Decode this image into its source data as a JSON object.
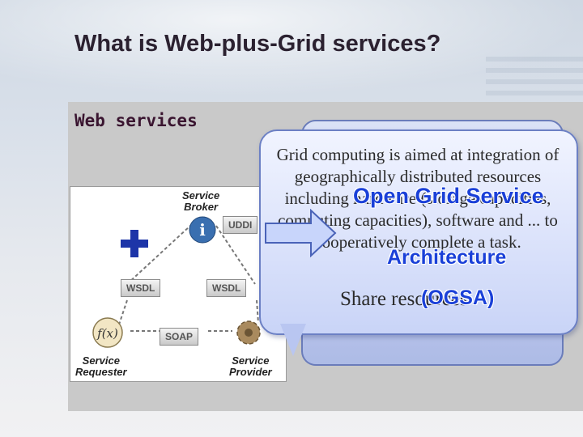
{
  "slide": {
    "title": "What is Web-plus-Grid services?"
  },
  "panel": {
    "title": "Web services"
  },
  "diagram": {
    "broker_label": "Service\nBroker",
    "requester_label": "Service\nRequester",
    "provider_label": "Service\nProvider",
    "uddi": "UDDI",
    "wsdl_left": "WSDL",
    "wsdl_right": "WSDL",
    "soap": "SOAP",
    "fx": "f(x)",
    "info": "i"
  },
  "callout": {
    "description": "Grid computing is aimed at integration of geographically distributed resources including hardware (storage capacities, computing capacities), software and ... to cooperatively complete a task.",
    "share": "Share resources",
    "ogsa_line1": "Open Grid Service",
    "ogsa_line2": "Architecture",
    "ogsa_line3": "(OGSA)"
  },
  "colors": {
    "title": "#2b2130",
    "ogsa_blue": "#1a40d8",
    "plus_blue": "#1d35a8"
  }
}
